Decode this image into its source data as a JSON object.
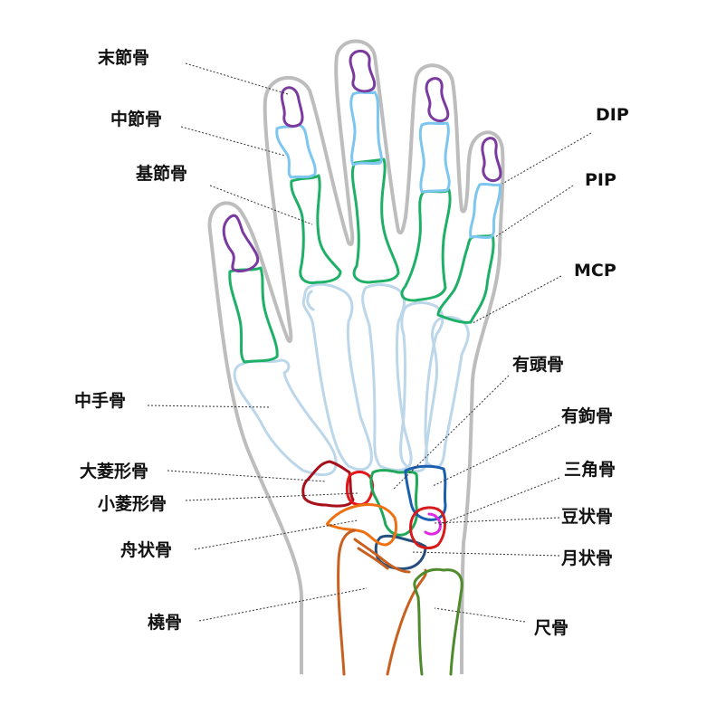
{
  "labels": {
    "distal_phalanx": "末節骨",
    "middle_phalanx": "中節骨",
    "proximal_phalanx": "基節骨",
    "metacarpal": "中手骨",
    "trapezium": "大菱形骨",
    "trapezoid": "小菱形骨",
    "scaphoid": "舟状骨",
    "radius": "橈骨",
    "dip": "DIP",
    "pip": "PIP",
    "mcp": "MCP",
    "capitate": "有頭骨",
    "hamate": "有鉤骨",
    "triquetrum": "三角骨",
    "pisiform": "豆状骨",
    "lunate": "月状骨",
    "ulna": "尺骨"
  },
  "colors": {
    "outline": "#bdbdbd",
    "distal_phalanx": "#7b3aa0",
    "middle_phalanx": "#7cc6ef",
    "proximal_phalanx": "#1fb068",
    "metacarpal": "#bcd6ea",
    "trapezium": "#a8101c",
    "trapezoid": "#e3161a",
    "capitate": "#1fa85a",
    "hamate": "#1c5fb0",
    "triquetrum": "#d81a1a",
    "pisiform": "#e028e0",
    "lunate": "#244e7e",
    "scaphoid": "#ee7010",
    "radius": "#c86020",
    "ulna": "#4f8a2c"
  }
}
